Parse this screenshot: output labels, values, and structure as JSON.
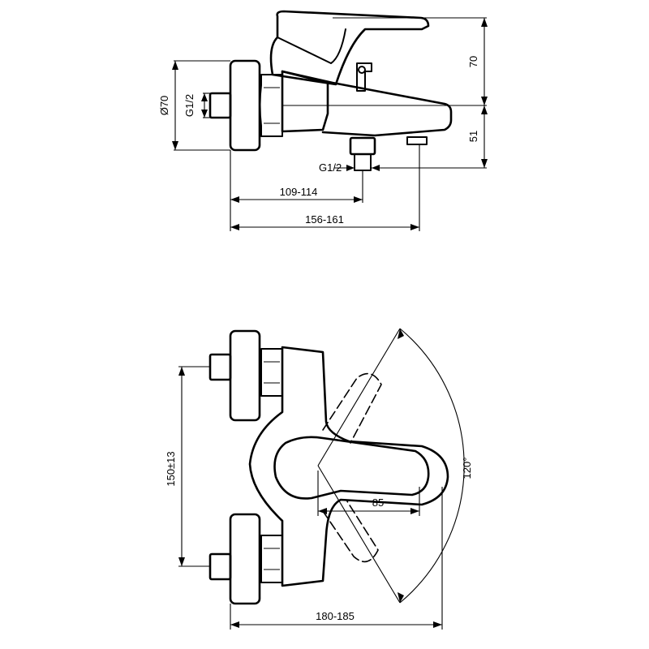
{
  "labels": {
    "diameter": "Ø70",
    "thread_inlet": "G1/2",
    "height_upper": "70",
    "height_lower": "51",
    "thread_outlet": "G1/2",
    "depth_outlet": "109-114",
    "depth_spout": "156-161",
    "centers": "150±13",
    "lever_reach": "85",
    "swing_angle": "120°",
    "total_width": "180-185"
  }
}
